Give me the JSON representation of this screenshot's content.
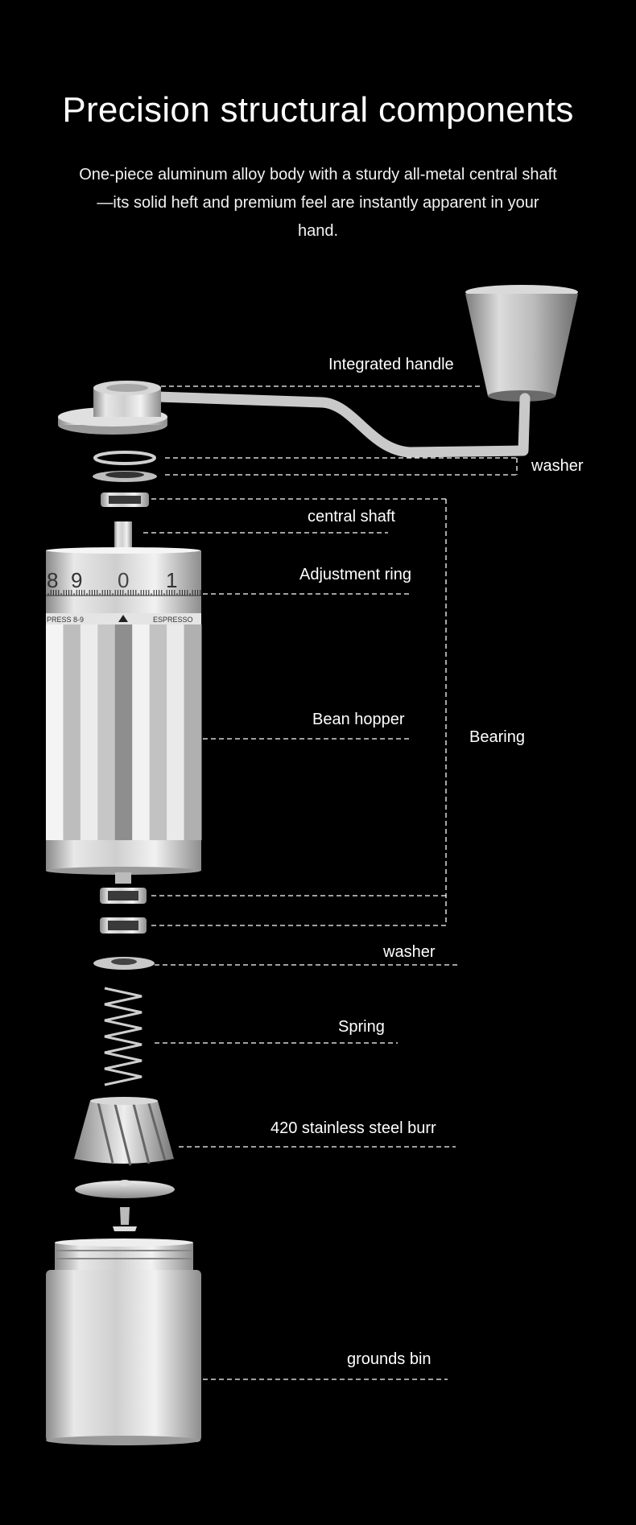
{
  "header": {
    "title": "Precision structural components",
    "subtitle": "One-piece aluminum alloy body with a sturdy all-metal central shaft—its solid heft and premium feel are instantly apparent in your hand."
  },
  "labels": {
    "integrated_handle": "Integrated handle",
    "washer_top": "washer",
    "central_shaft": "central shaft",
    "adjustment_ring": "Adjustment ring",
    "bean_hopper": "Bean hopper",
    "bearing": "Bearing",
    "washer_bottom": "washer",
    "spring": "Spring",
    "burr": "420 stainless steel burr",
    "grounds_bin": "grounds bin"
  },
  "dial": {
    "numbers": [
      "8",
      "9",
      "0",
      "1"
    ],
    "setting_left": "PRESS 8-9",
    "setting_right": "ESPRESSO"
  },
  "colors": {
    "background": "#000000",
    "metal_light": "#e6e6e6",
    "metal_mid": "#b8b8b8",
    "metal_dark": "#7a7a7a",
    "leader_line": "#ffffff"
  }
}
